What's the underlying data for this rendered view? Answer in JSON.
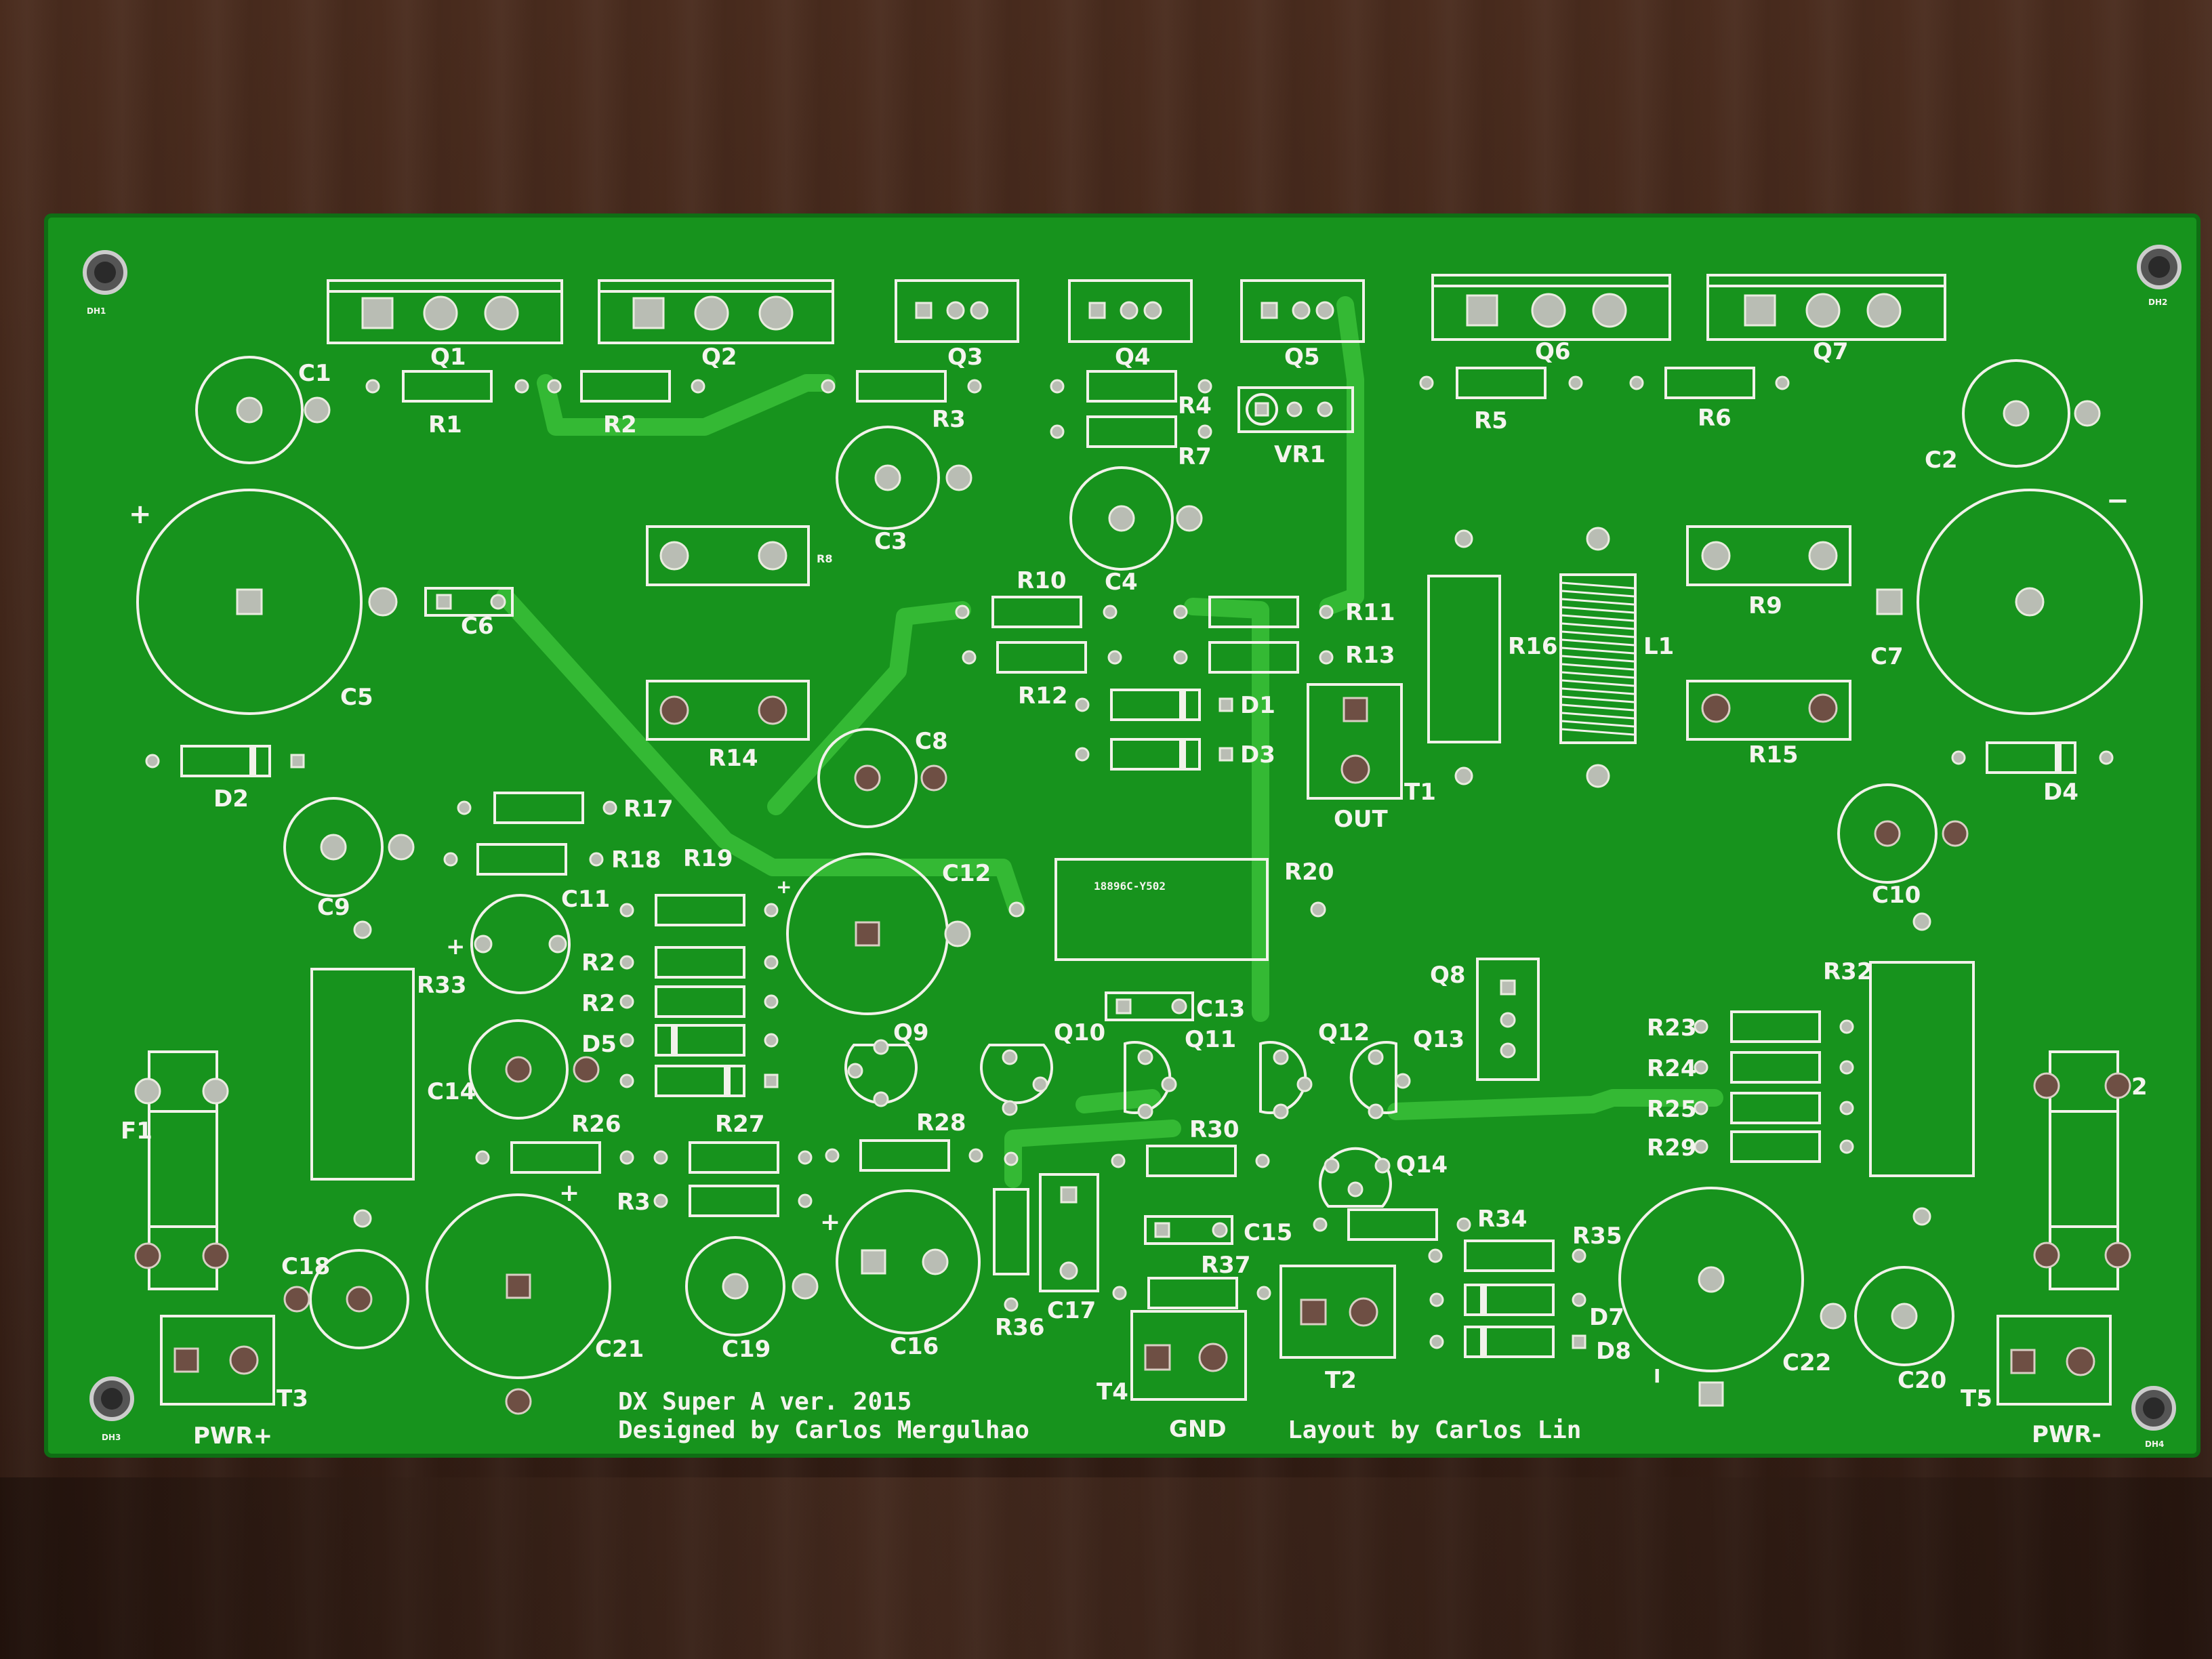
{
  "board": {
    "title_line1": "DX Super A ver. 2015",
    "title_line2": "Designed by Carlos Mergulhao",
    "credit": "Layout by Carlos Lin",
    "pot_marking": "18896C-Y502",
    "colors": {
      "soldermask": "#17931d",
      "silkscreen": "#f2f2ea",
      "trace": "#34b934",
      "wood": "#3b2318"
    }
  },
  "transistors_top": [
    "Q1",
    "Q2",
    "Q3",
    "Q4",
    "Q5",
    "Q6",
    "Q7"
  ],
  "resistors_top": [
    "R1",
    "R2",
    "R3",
    "R4",
    "R7",
    "R5",
    "R6"
  ],
  "trimmer": "VR1",
  "labels": {
    "c1": "C1",
    "c2": "C2",
    "c3": "C3",
    "c4": "C4",
    "c5": "C5",
    "c6": "C6",
    "c7": "C7",
    "c8": "C8",
    "c9": "C9",
    "c10": "C10",
    "c11": "C11",
    "c12": "C12",
    "c13": "C13",
    "c14": "C14",
    "c15": "C15",
    "c16": "C16",
    "c17": "C17",
    "c18": "C18",
    "c19": "C19",
    "c20": "C20",
    "c21": "C21",
    "c22": "C22",
    "r8": "R8",
    "r9": "R9",
    "r10": "R10",
    "r11": "R11",
    "r12": "R12",
    "r13": "R13",
    "r14": "R14",
    "r15": "R15",
    "r16": "R16",
    "r17": "R17",
    "r18": "R18",
    "r19": "R19",
    "r20": "R20",
    "r21": "R2",
    "r22": "R2",
    "r23": "R23",
    "r24": "R24",
    "r25": "R25",
    "r26": "R26",
    "r27": "R27",
    "r28": "R28",
    "r29": "R29",
    "r30": "R30",
    "r31": "R3",
    "r32": "R32",
    "r33": "R33",
    "r34": "R34",
    "r35": "R35",
    "r36": "R36",
    "r37": "R37",
    "d1": "D1",
    "d2": "D2",
    "d3": "D3",
    "d4": "D4",
    "d5": "D5",
    "d7": "D7",
    "d8": "D8",
    "q8": "Q8",
    "q9": "Q9",
    "q10": "Q10",
    "q11": "Q11",
    "q12": "Q12",
    "q13": "Q13",
    "q14": "Q14",
    "l1": "L1",
    "t1": "T1",
    "t2": "T2",
    "t3": "T3",
    "t4": "T4",
    "t5": "T5",
    "f1": "F1",
    "f2": "2",
    "out": "OUT",
    "gnd": "GND",
    "pwr_plus": "PWR+",
    "pwr_minus": "PWR-",
    "dh1": "DH1",
    "dh2": "DH2",
    "dh3": "DH3",
    "dh4": "DH4",
    "plus": "+",
    "minus": "−",
    "one": "I"
  }
}
